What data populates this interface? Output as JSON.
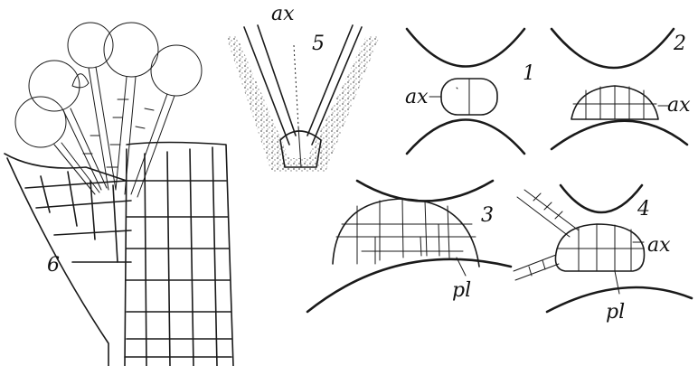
{
  "figure": {
    "panels": [
      {
        "number": "1",
        "label": "ax"
      },
      {
        "number": "2",
        "label": "ax"
      },
      {
        "number": "3",
        "label": "pl"
      },
      {
        "number": "4",
        "labels": [
          "ax",
          "pl"
        ]
      },
      {
        "number": "5",
        "label": "ax"
      },
      {
        "number": "6"
      }
    ]
  }
}
